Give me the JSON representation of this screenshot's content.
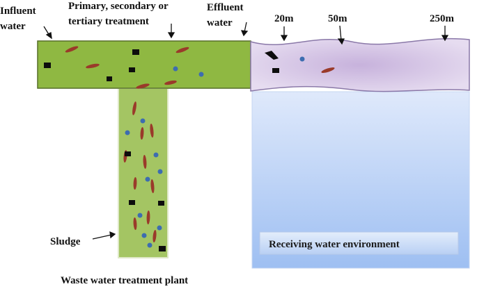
{
  "labels": {
    "influent_line1": "Influent",
    "influent_line2": "water",
    "treatment_line1": "Primary, secondary or",
    "treatment_line2": "tertiary treatment",
    "effluent_line1": "Effluent",
    "effluent_line2": "water",
    "dist_20": "20m",
    "dist_50": "50m",
    "dist_250": "250m",
    "sludge": "Sludge",
    "receiving": "Receiving water environment",
    "plant_caption": "Waste water treatment plant"
  },
  "colors": {
    "pipe_green": "#8fb842",
    "pipe_green_edge": "#4f6b23",
    "sludge_green": "#a3c462",
    "stream_purple": "#d8cbe6",
    "stream_edge": "#8a78a8",
    "water_blue_top": "#dde8fb",
    "water_blue_bottom": "#9bbcf2",
    "fibre_red": "#9a3a2a",
    "bead_blue": "#3d6db0",
    "fragment_black": "#0d0d0d"
  }
}
